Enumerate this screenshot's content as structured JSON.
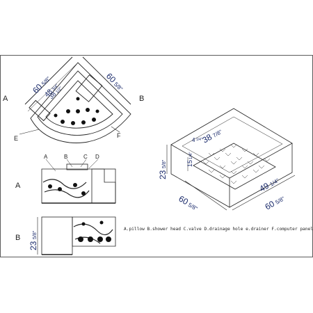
{
  "top_view": {
    "section_labels": {
      "a": "A",
      "b": "B"
    },
    "dim_left": {
      "whole": "60",
      "frac": "5/8\""
    },
    "dim_right": {
      "whole": "60",
      "frac": "5/8\""
    },
    "dim_inner_1": {
      "whole": "48",
      "frac": "3/4\""
    },
    "dim_inner_2": {
      "whole": "38",
      "frac": "1/2\""
    },
    "callouts": {
      "e": "E",
      "f": "F"
    }
  },
  "section_a": {
    "label": "A",
    "callouts": [
      "A",
      "B",
      "C",
      "D"
    ]
  },
  "section_b": {
    "label": "B",
    "height": {
      "whole": "23",
      "frac": "5/8\""
    }
  },
  "iso_view": {
    "height": {
      "whole": "23",
      "frac": "5/8\""
    },
    "inner_height": {
      "whole": "15",
      "frac": "1/4\""
    },
    "small_dim": {
      "whole": "4",
      "frac": "1/4\""
    },
    "inner_width": {
      "whole": "38",
      "frac": "7/8\""
    },
    "diag": {
      "whole": "49",
      "frac": "1/4\""
    },
    "width_left": {
      "whole": "60",
      "frac": "5/8\""
    },
    "width_right": {
      "whole": "60",
      "frac": "5/8\""
    }
  },
  "legend": "A.pillow B.shower head C.valve D.drainage hole e.drainer F.computer panel"
}
